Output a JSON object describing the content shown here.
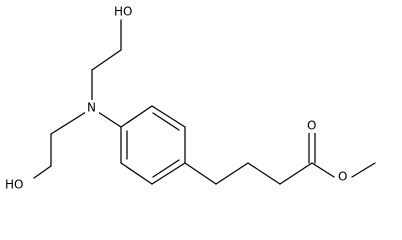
{
  "molecule": {
    "labels": {
      "oh_top": "HO",
      "nitrogen": "N",
      "oh_bottom": "HO",
      "carbonyl_oxygen": "O",
      "ester_oxygen": "O"
    },
    "colors": {
      "bond": "#000000",
      "label": "#000000",
      "background": "#ffffff"
    }
  }
}
